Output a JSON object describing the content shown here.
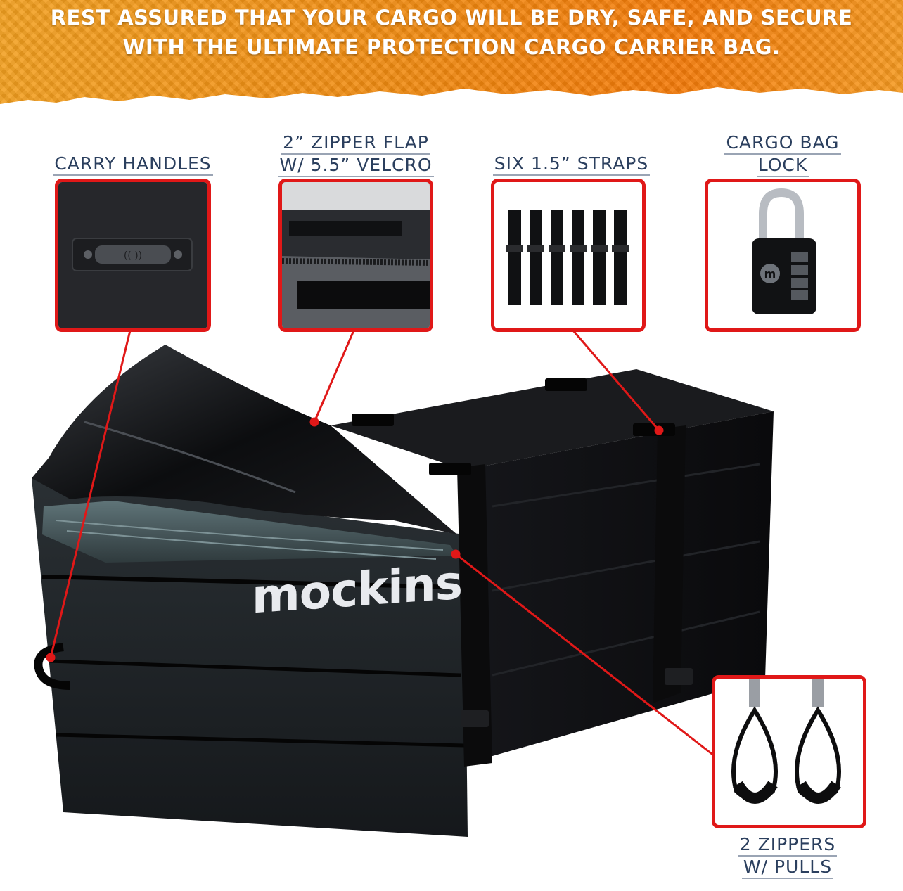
{
  "header": {
    "line1": "REST ASSURED THAT YOUR CARGO WILL BE DRY, SAFE, AND SECURE",
    "line2": "WITH THE ULTIMATE PROTECTION CARGO CARRIER BAG."
  },
  "callouts": {
    "carry_handles": {
      "line1": "CARRY HANDLES"
    },
    "zipper_flap": {
      "line1": "2” ZIPPER FLAP",
      "line2": "W/ 5.5” VELCRO"
    },
    "straps": {
      "line1": "SIX 1.5” STRAPS"
    },
    "lock": {
      "line1": "CARGO BAG",
      "line2": "LOCK"
    },
    "zippers": {
      "line1": "2 ZIPPERS",
      "line2": "W/ PULLS"
    }
  },
  "product": {
    "brand": "mockins"
  },
  "colors": {
    "banner_orange": "#f08a10",
    "frame_red": "#e01818",
    "label_navy": "#2b3f5e",
    "bag_black": "#111214"
  },
  "icons": {
    "handle": "carry-handle-icon",
    "zipper_flap": "zipper-flap-icon",
    "straps": "straps-icon",
    "lock": "combination-lock-icon",
    "zippers": "zipper-pull-icon"
  }
}
